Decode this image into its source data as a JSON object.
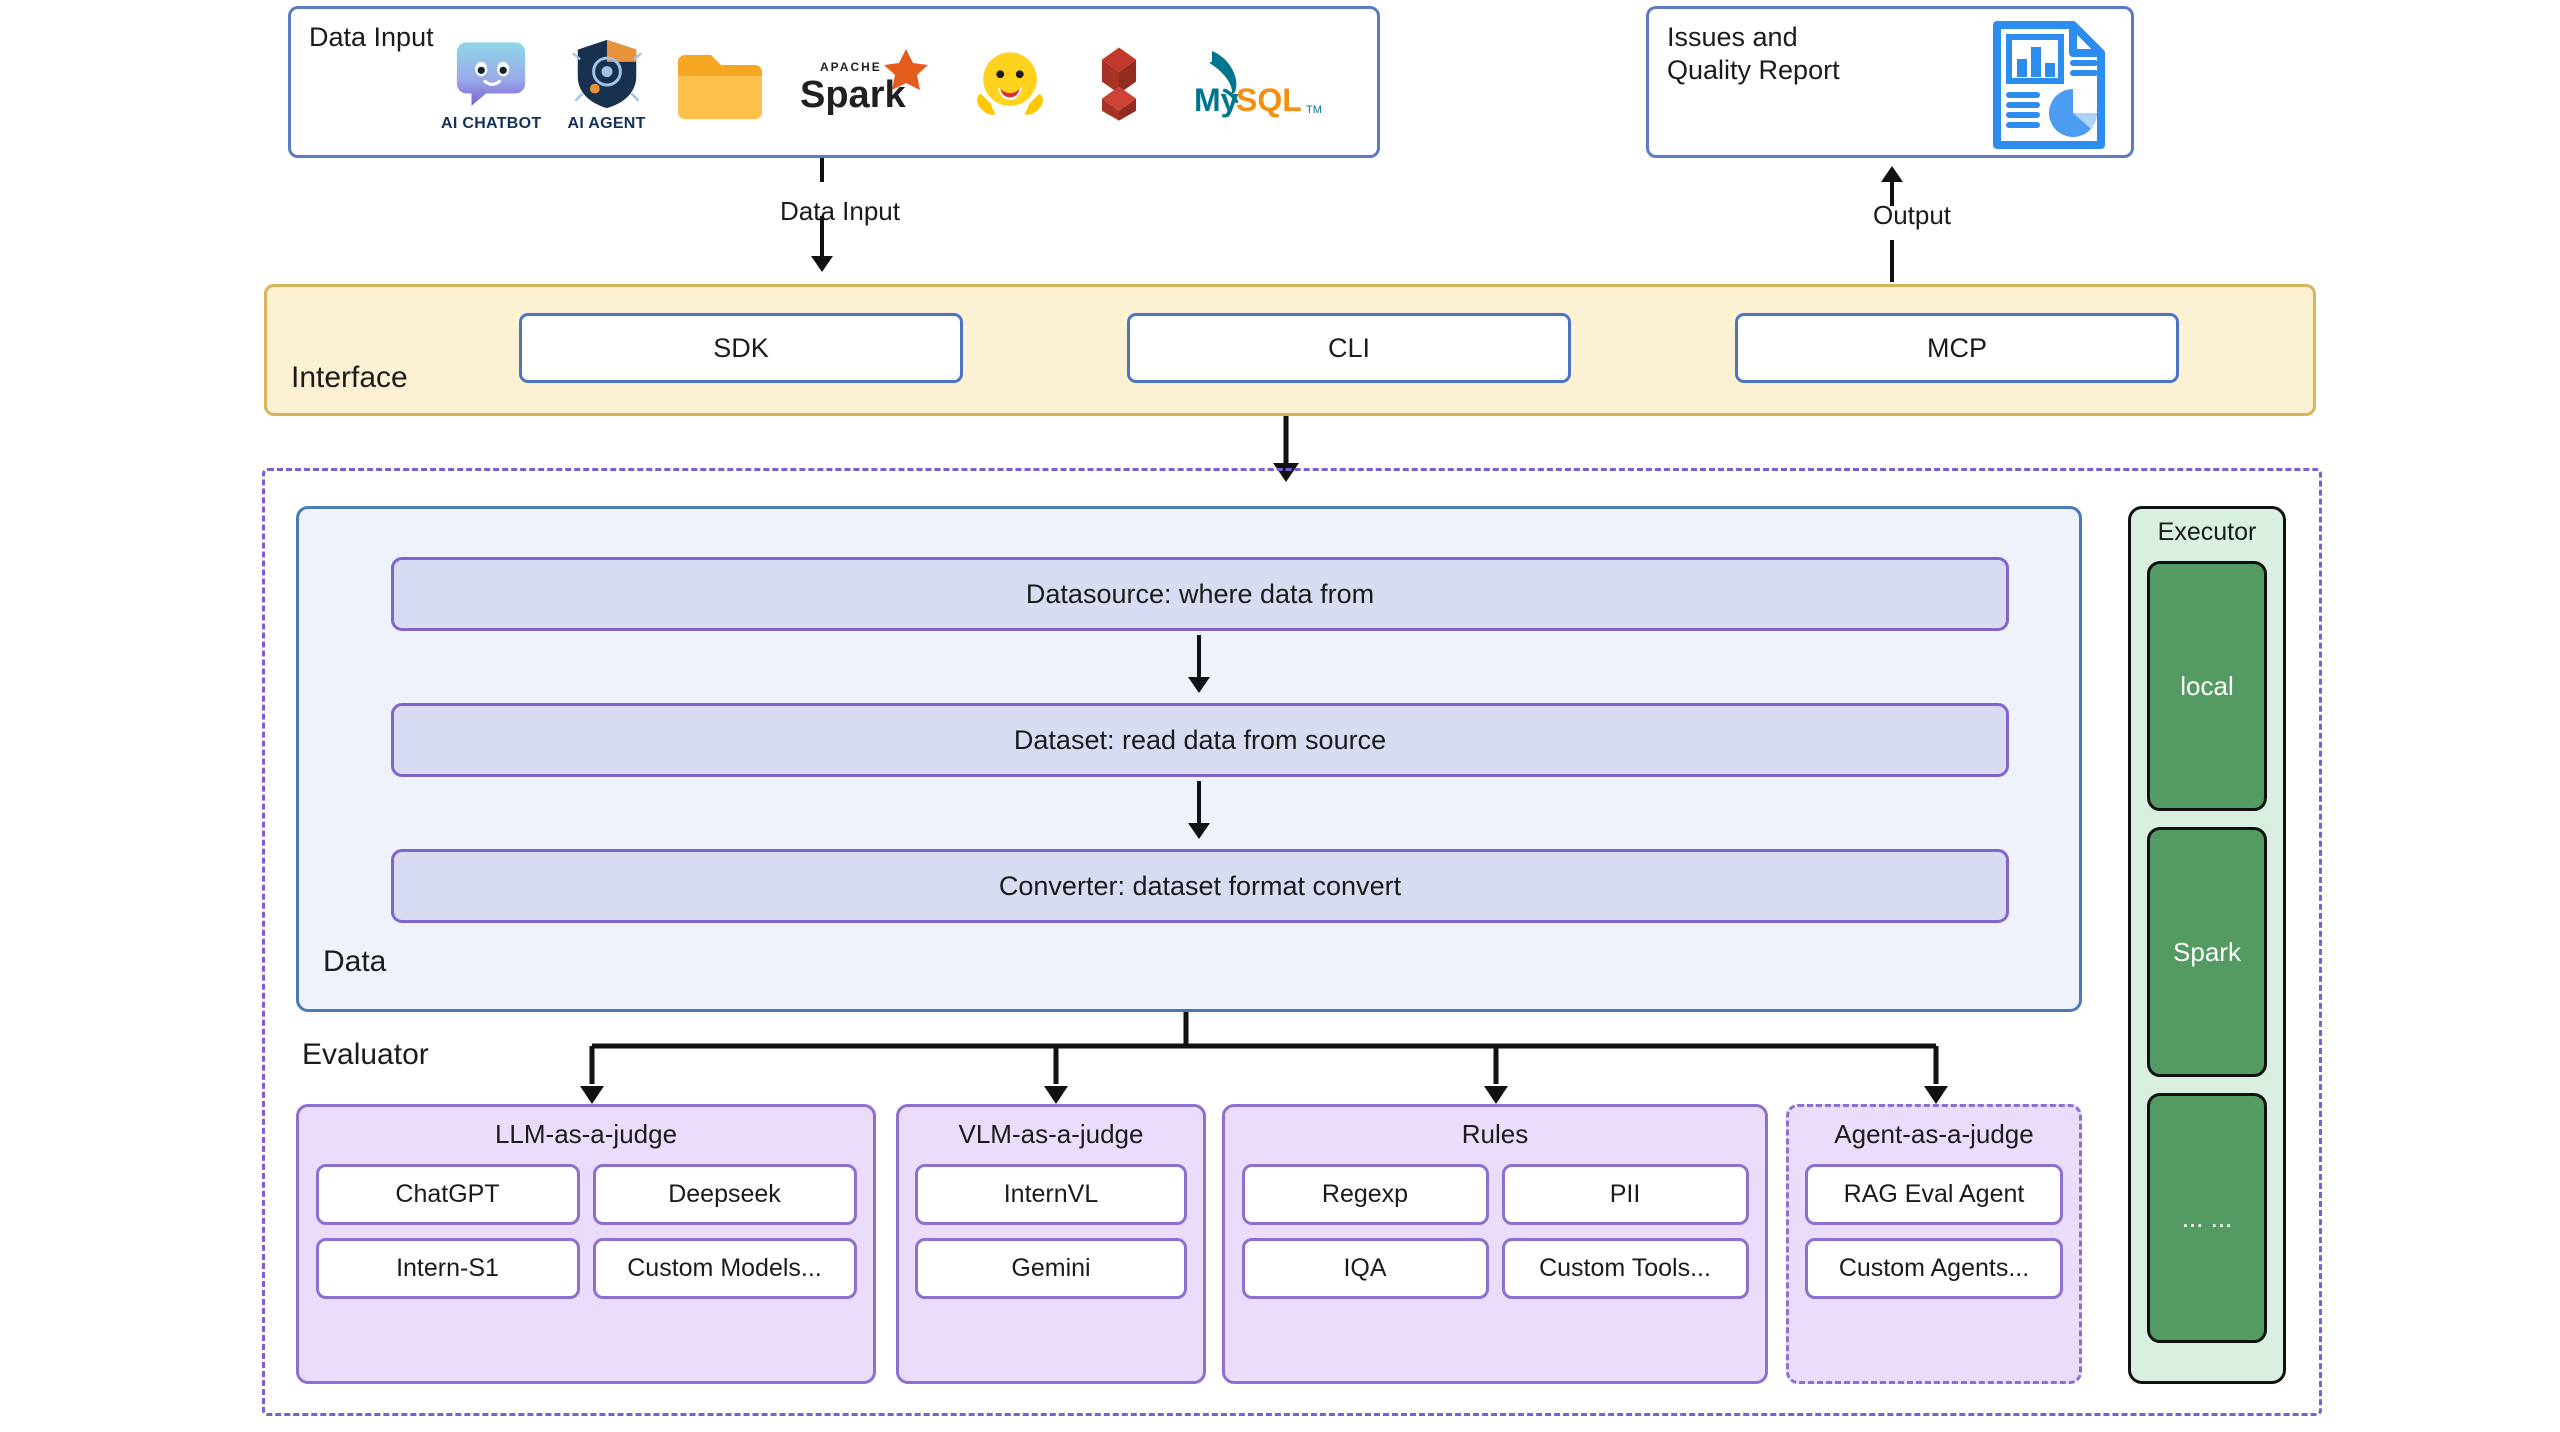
{
  "data_input": {
    "title": "Data Input",
    "logos": [
      {
        "name": "ai-chatbot-logo",
        "caption": "AI CHATBOT"
      },
      {
        "name": "ai-agent-logo",
        "caption": "AI AGENT"
      },
      {
        "name": "folder-icon",
        "caption": ""
      },
      {
        "name": "apache-spark-logo",
        "caption": ""
      },
      {
        "name": "hugging-face-logo",
        "caption": ""
      },
      {
        "name": "data-lake-logo",
        "caption": ""
      },
      {
        "name": "mysql-logo",
        "caption": ""
      }
    ]
  },
  "report": {
    "title": "Issues and\nQuality Report",
    "icon": "report-document-icon"
  },
  "edges": {
    "data_input": "Data Input",
    "output": "Output"
  },
  "interface": {
    "label": "Interface",
    "items": [
      {
        "label": "SDK"
      },
      {
        "label": "CLI"
      },
      {
        "label": "MCP"
      }
    ]
  },
  "data": {
    "label": "Data",
    "stages": [
      {
        "label": "Datasource: where data from"
      },
      {
        "label": "Dataset: read data from source"
      },
      {
        "label": "Converter: dataset format convert"
      }
    ]
  },
  "evaluator": {
    "label": "Evaluator",
    "groups": [
      {
        "title": "LLM-as-a-judge",
        "dashed": false,
        "items": [
          "ChatGPT",
          "Deepseek",
          "Intern-S1",
          "Custom Models..."
        ]
      },
      {
        "title": "VLM-as-a-judge",
        "dashed": false,
        "items": [
          "InternVL",
          "Gemini"
        ]
      },
      {
        "title": "Rules",
        "dashed": false,
        "items": [
          "Regexp",
          "PII",
          "IQA",
          "Custom Tools..."
        ]
      },
      {
        "title": "Agent-as-a-judge",
        "dashed": true,
        "items": [
          "RAG Eval Agent",
          "Custom Agents..."
        ]
      }
    ]
  },
  "executor": {
    "title": "Executor",
    "items": [
      {
        "label": "local"
      },
      {
        "label": "Spark"
      },
      {
        "label": "... ..."
      }
    ]
  },
  "colors": {
    "interface_fill": "#fcf1d2",
    "interface_border": "#d9b45a",
    "data_fill": "#eef2fb",
    "data_border": "#4a7ab8",
    "stage_fill": "#d7dcf2",
    "purple_border": "#8066cc",
    "group_fill": "#eadcfa",
    "executor_green": "#549a63",
    "executor_fill": "#d9f0e0",
    "topbox_border": "#5b7cc4",
    "report_blue": "#2d8cf0"
  }
}
